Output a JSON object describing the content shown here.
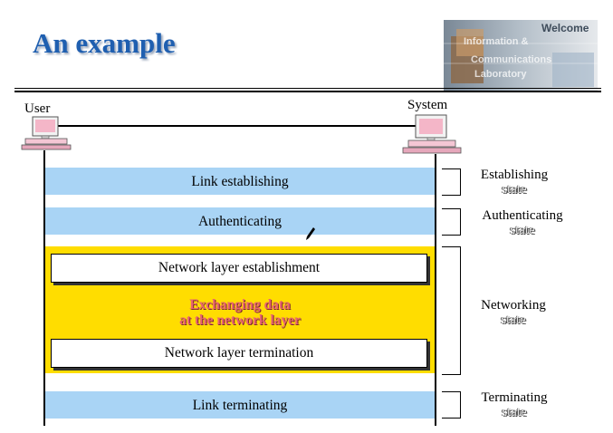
{
  "slide": {
    "title": "An example",
    "logo": {
      "welcome": "Welcome",
      "line1": "Information &",
      "line2": "Communications",
      "line3": "Laboratory"
    }
  },
  "actors": {
    "left": "User",
    "right": "System"
  },
  "phases": {
    "link_establishing": "Link establishing",
    "authenticating": "Authenticating",
    "network_layer_establishment": "Network layer establishment",
    "exchanging_line1": "Exchanging data",
    "exchanging_line2": "at the network layer",
    "network_layer_termination": "Network layer termination",
    "link_terminating": "Link terminating"
  },
  "states": {
    "establishing": {
      "line1": "Establishing",
      "line2": "state"
    },
    "authenticating": {
      "line1": "Authenticating",
      "line2": "state"
    },
    "networking": {
      "line1": "Networking",
      "line2": "state"
    },
    "terminating": {
      "line1": "Terminating",
      "line2": "state"
    }
  },
  "colors": {
    "title": "#1f5fb0",
    "band": "#a9d4f5",
    "network_phase": "#ffdd00",
    "exchange_text": "#e8656f"
  }
}
